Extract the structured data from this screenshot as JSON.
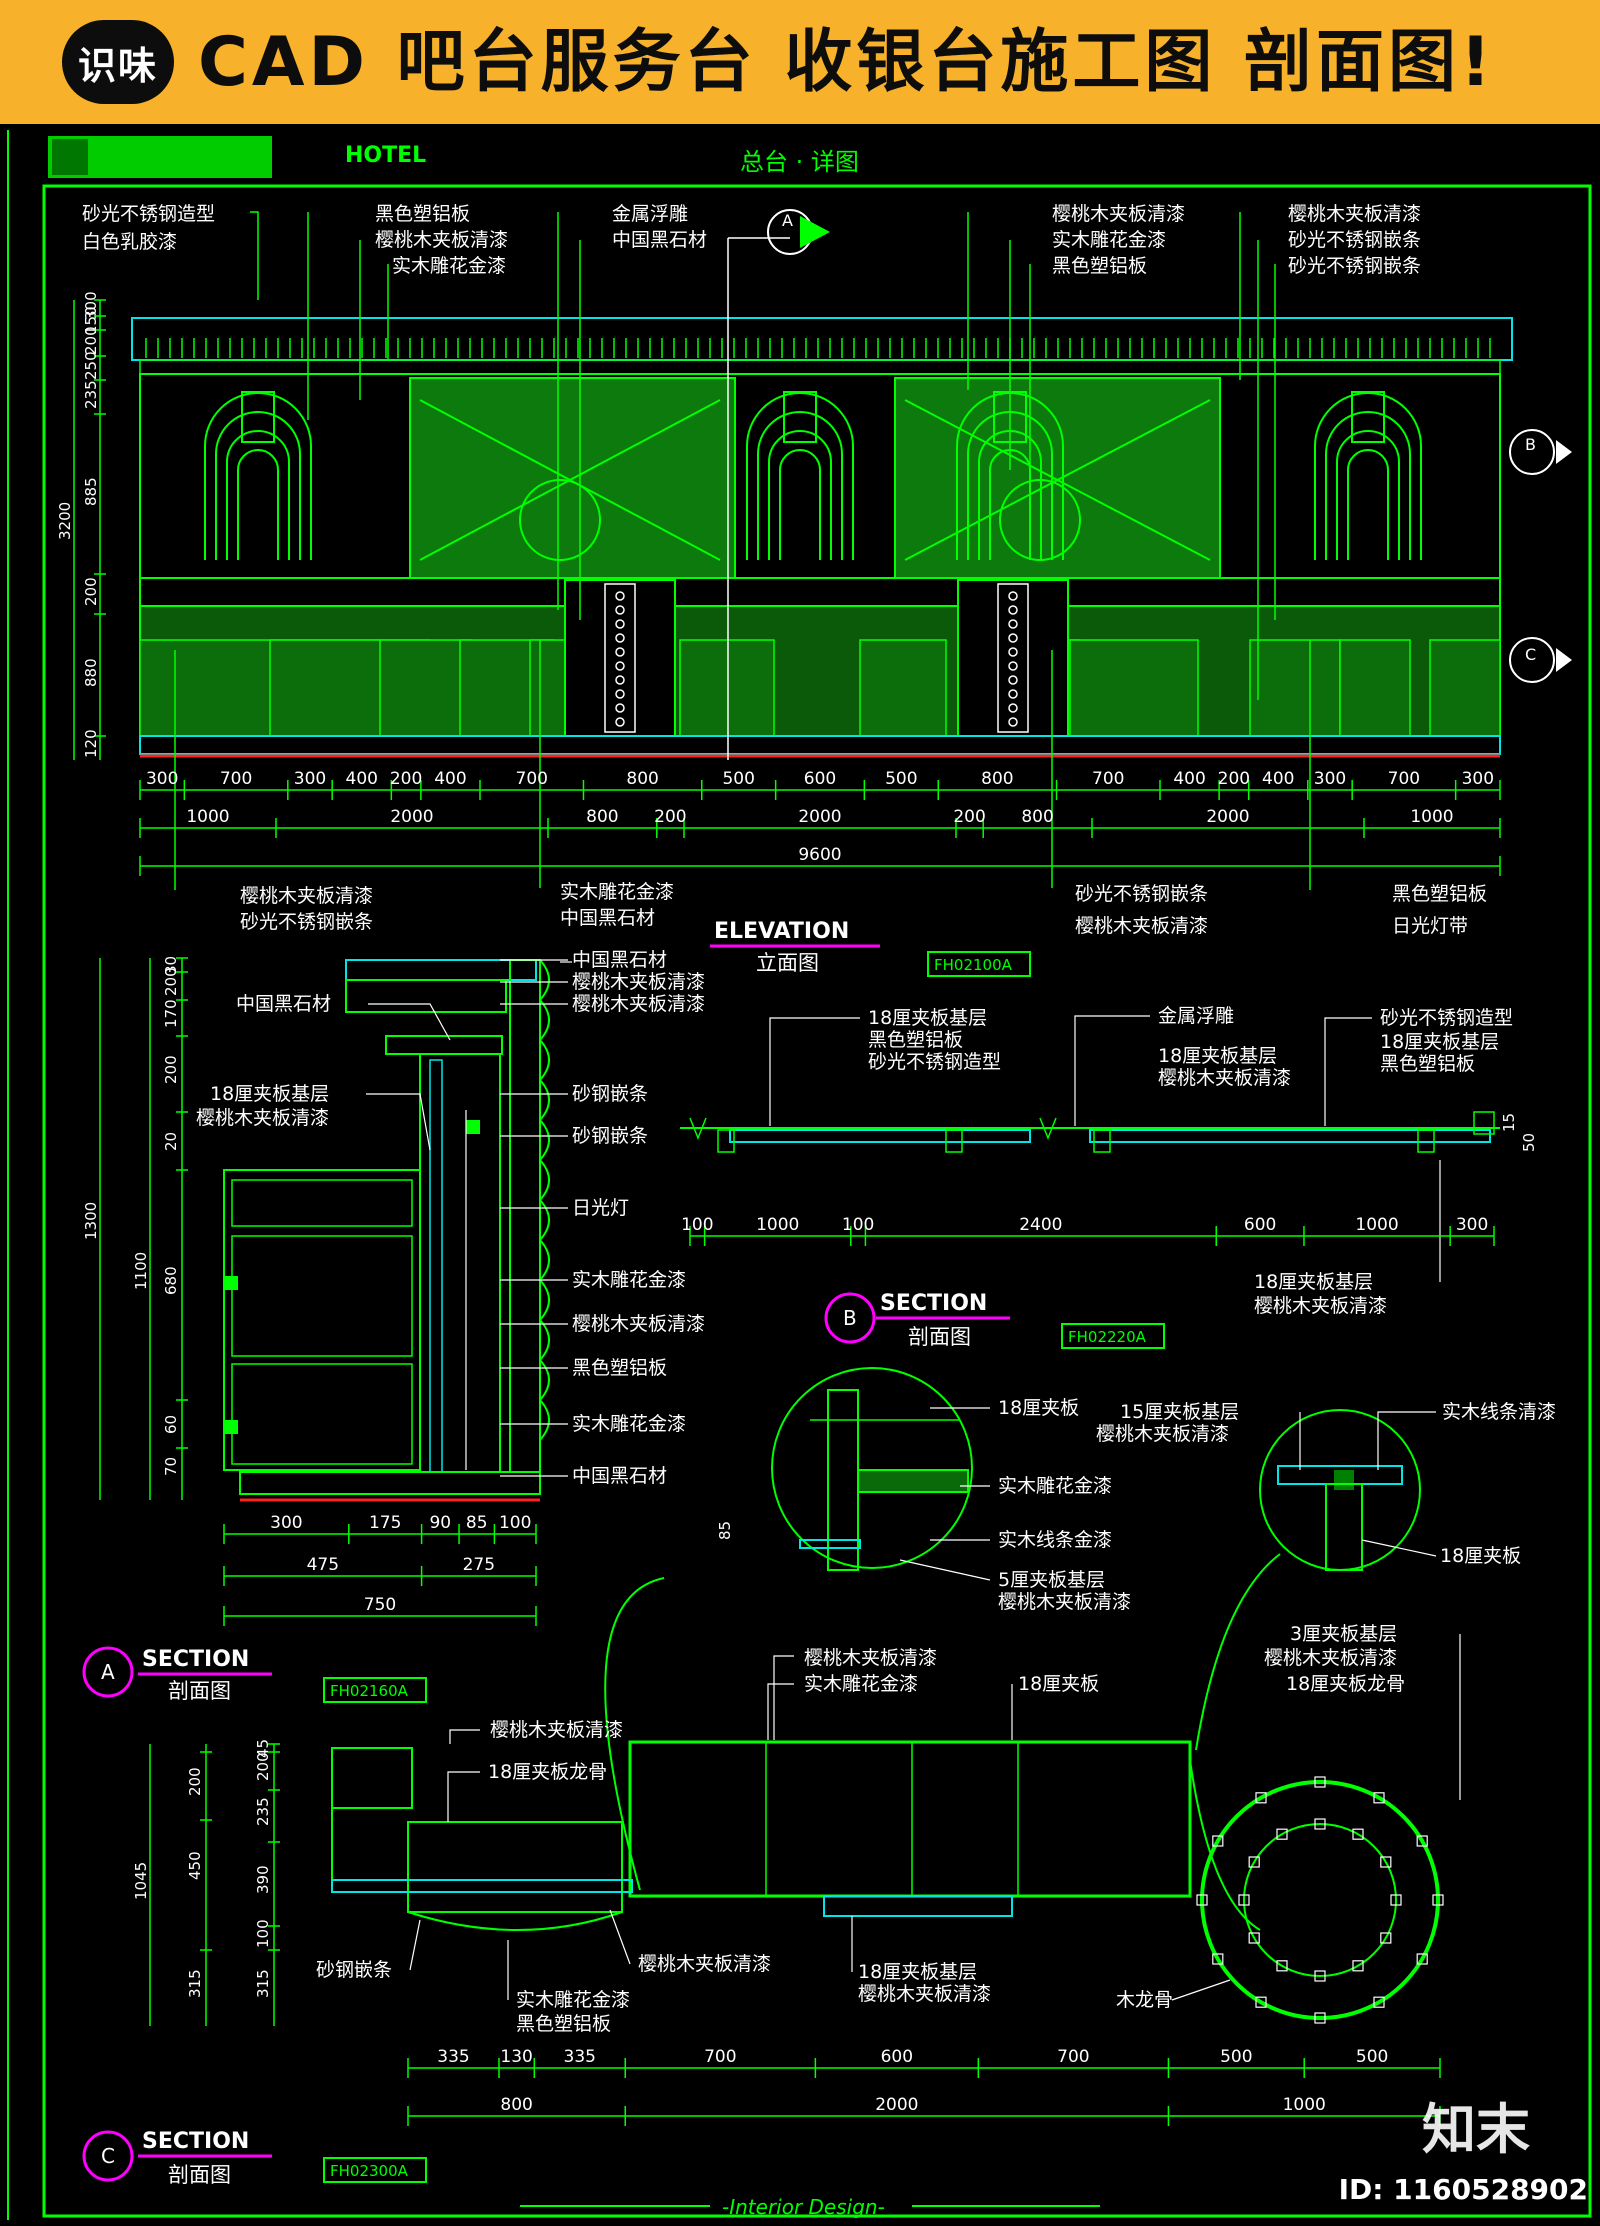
{
  "banner": {
    "brand": "识味",
    "title": "CAD 吧台服务台 收银台施工图 剖面图!"
  },
  "header": {
    "hotel": "HOTEL",
    "sheet_title": "总台 · 详图"
  },
  "elevation": {
    "title_en": "ELEVATION",
    "title_cn": "立面图",
    "code": "FH02100A",
    "marker_a": "A",
    "marker_b": "B",
    "marker_c": "C",
    "top_labels": [
      "砂光不锈钢造型",
      "白色乳胶漆",
      "黑色塑铝板",
      "樱桃木夹板清漆",
      "实木雕花金漆",
      "金属浮雕",
      "中国黑石材",
      "樱桃木夹板清漆",
      "实木雕花金漆",
      "黑色塑铝板",
      "樱桃木夹板清漆",
      "砂光不锈钢嵌条",
      "砂光不锈钢嵌条"
    ],
    "bottom_labels": [
      "樱桃木夹板清漆",
      "砂光不锈钢嵌条",
      "实木雕花金漆",
      "中国黑石材",
      "砂光不锈钢嵌条",
      "樱桃木夹板清漆",
      "黑色塑铝板",
      "日光灯带"
    ],
    "vdims": [
      "300",
      "150",
      "200",
      "250",
      "235",
      "885",
      "200",
      "880",
      "120",
      "3200"
    ],
    "dims_row1": [
      "300",
      "700",
      "300",
      "400",
      "200",
      "400",
      "700",
      "800",
      "500",
      "600",
      "500",
      "800",
      "700",
      "400",
      "200",
      "400",
      "300",
      "700",
      "300"
    ],
    "dims_row2": [
      "1000",
      "2000",
      "800",
      "200",
      "2000",
      "200",
      "800",
      "2000",
      "1000"
    ],
    "total": "9600"
  },
  "section_a": {
    "title_en": "SECTION",
    "title_cn": "剖面图",
    "code": "FH02160A",
    "marker": "A",
    "labels_left": [
      "中国黑石材",
      "18厘夹板基层",
      "樱桃木夹板清漆"
    ],
    "labels_right": [
      "中国黑石材",
      "樱桃木夹板清漆",
      "樱桃木夹板清漆",
      "砂钢嵌条",
      "砂钢嵌条",
      "日光灯",
      "实木雕花金漆",
      "樱桃木夹板清漆",
      "黑色塑铝板",
      "实木雕花金漆",
      "中国黑石材"
    ],
    "vdims": [
      "30",
      "200",
      "170",
      "200",
      "20",
      "1300",
      "1100",
      "680",
      "60",
      "70"
    ],
    "dims_row1": [
      "300",
      "175",
      "90",
      "85",
      "100"
    ],
    "dims_row2": [
      "475",
      "275"
    ],
    "total": "750"
  },
  "section_b": {
    "title_en": "SECTION",
    "title_cn": "剖面图",
    "code": "FH02220A",
    "marker": "B",
    "labels": [
      "18厘夹板基层",
      "黑色塑铝板",
      "砂光不锈钢造型",
      "金属浮雕",
      "18厘夹板基层",
      "樱桃木夹板清漆",
      "砂光不锈钢造型",
      "18厘夹板基层",
      "黑色塑铝板",
      "18厘夹板基层",
      "樱桃木夹板清漆"
    ],
    "dims": [
      "100",
      "1000",
      "100",
      "2400",
      "600",
      "1000",
      "300"
    ],
    "vdims": [
      "15",
      "50"
    ]
  },
  "details": {
    "left_labels": [
      "18厘夹板",
      "实木雕花金漆",
      "实木线条金漆",
      "5厘夹板基层",
      "樱桃木夹板清漆"
    ],
    "left_dim": "85",
    "right_labels": [
      "15厘夹板基层",
      "樱桃木夹板清漆",
      "实木线条清漆",
      "18厘夹板"
    ]
  },
  "section_c": {
    "title_en": "SECTION",
    "title_cn": "剖面图",
    "code": "FH02300A",
    "marker": "C",
    "labels": [
      "樱桃木夹板清漆",
      "实木雕花金漆",
      "18厘夹板",
      "3厘夹板基层",
      "樱桃木夹板清漆",
      "18厘夹板龙骨",
      "樱桃木夹板清漆",
      "18厘夹板龙骨",
      "砂钢嵌条",
      "实木雕花金漆",
      "黑色塑铝板",
      "樱桃木夹板清漆",
      "18厘夹板基层",
      "樱桃木夹板清漆",
      "木龙骨"
    ],
    "vdims": [
      "45",
      "200",
      "235",
      "1045",
      "450",
      "390",
      "100",
      "315",
      "315"
    ],
    "dims_row1": [
      "335",
      "130",
      "335",
      "700",
      "600",
      "700",
      "500",
      "500"
    ],
    "dims_row2": [
      "800",
      "2000",
      "1000"
    ]
  },
  "footer": {
    "design": "-Interior Design-",
    "watermark": "知末",
    "id": "ID: 1160528902"
  },
  "colors": {
    "banner": "#f7b12a",
    "line_green": "#00ff00",
    "cyan": "#00e5e5",
    "magenta": "#ff00ff",
    "red": "#ff2020",
    "text": "#ffffff"
  }
}
